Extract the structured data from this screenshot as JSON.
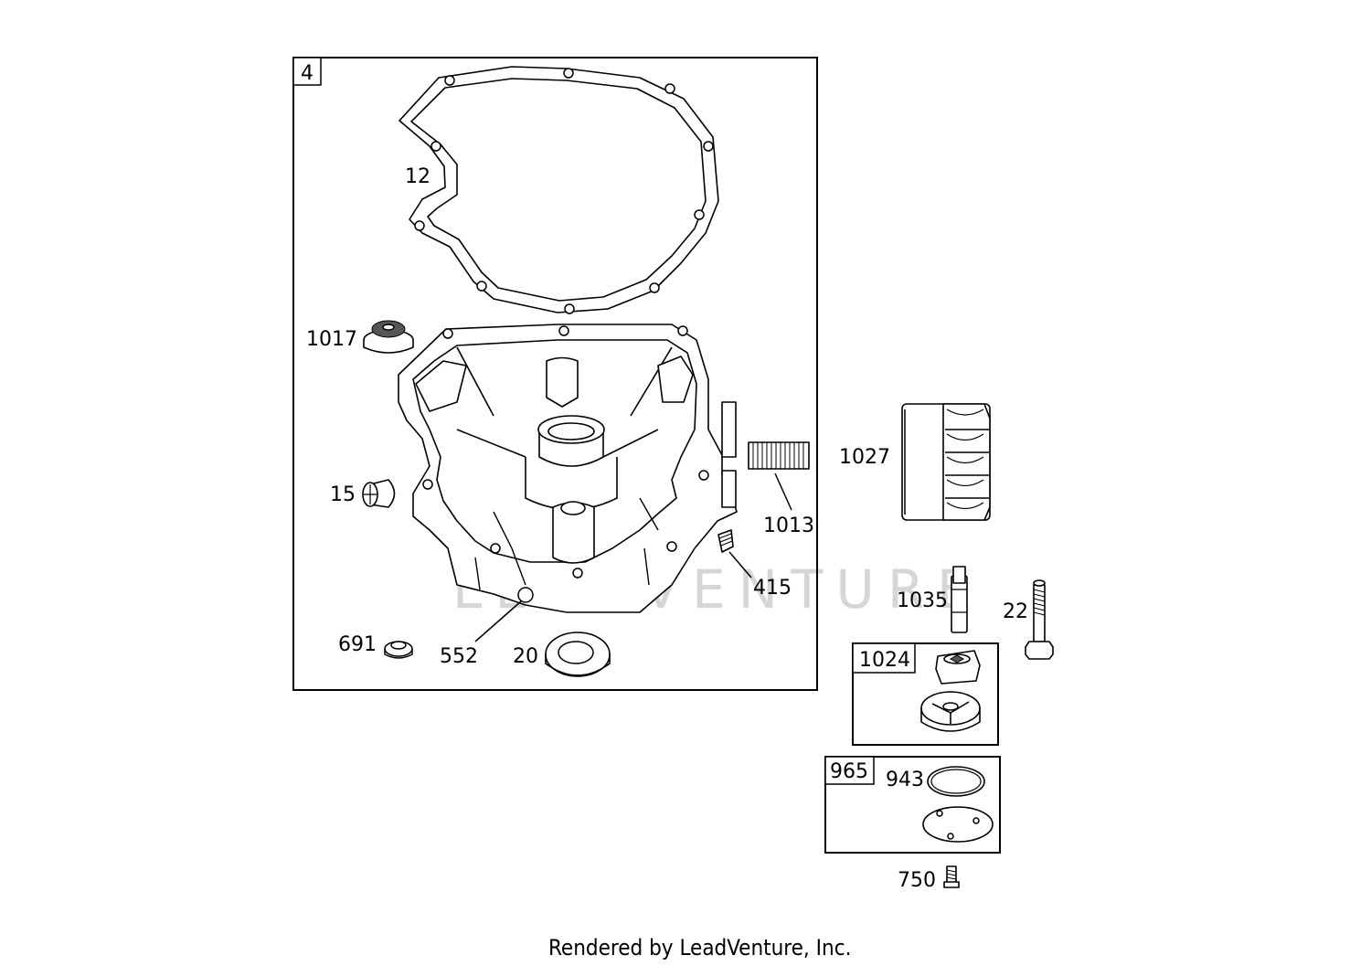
{
  "footer": "Rendered by LeadVenture, Inc.",
  "watermark": "LEADVENTURE",
  "groups": {
    "main": "4",
    "pump": "1024",
    "cover_kit": "965"
  },
  "labels": {
    "p12": "12",
    "p1017": "1017",
    "p15": "15",
    "p691": "691",
    "p552": "552",
    "p20": "20",
    "p1013": "1013",
    "p415": "415",
    "p1027": "1027",
    "p1035": "1035",
    "p22": "22",
    "p943": "943",
    "p750": "750"
  }
}
